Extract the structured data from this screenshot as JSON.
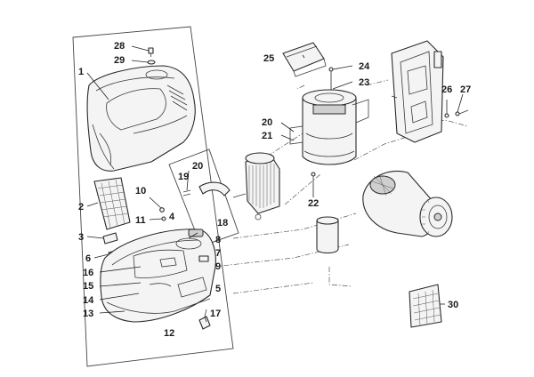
{
  "callouts": [
    {
      "id": "28",
      "label": "28"
    },
    {
      "id": "29",
      "label": "29"
    },
    {
      "id": "1",
      "label": "1"
    },
    {
      "id": "2",
      "label": "2"
    },
    {
      "id": "3",
      "label": "3"
    },
    {
      "id": "6",
      "label": "6"
    },
    {
      "id": "16",
      "label": "16"
    },
    {
      "id": "15",
      "label": "15"
    },
    {
      "id": "14",
      "label": "14"
    },
    {
      "id": "13",
      "label": "13"
    },
    {
      "id": "10",
      "label": "10"
    },
    {
      "id": "11",
      "label": "11"
    },
    {
      "id": "4",
      "label": "4"
    },
    {
      "id": "19",
      "label": "19"
    },
    {
      "id": "20a",
      "label": "20"
    },
    {
      "id": "18",
      "label": "18"
    },
    {
      "id": "8",
      "label": "8"
    },
    {
      "id": "7",
      "label": "7"
    },
    {
      "id": "9",
      "label": "9"
    },
    {
      "id": "5",
      "label": "5"
    },
    {
      "id": "17",
      "label": "17"
    },
    {
      "id": "12",
      "label": "12"
    },
    {
      "id": "25",
      "label": "25"
    },
    {
      "id": "24",
      "label": "24"
    },
    {
      "id": "23",
      "label": "23"
    },
    {
      "id": "20b",
      "label": "20"
    },
    {
      "id": "21",
      "label": "21"
    },
    {
      "id": "22",
      "label": "22"
    },
    {
      "id": "26",
      "label": "26"
    },
    {
      "id": "27",
      "label": "27"
    },
    {
      "id": "30",
      "label": "30"
    }
  ]
}
